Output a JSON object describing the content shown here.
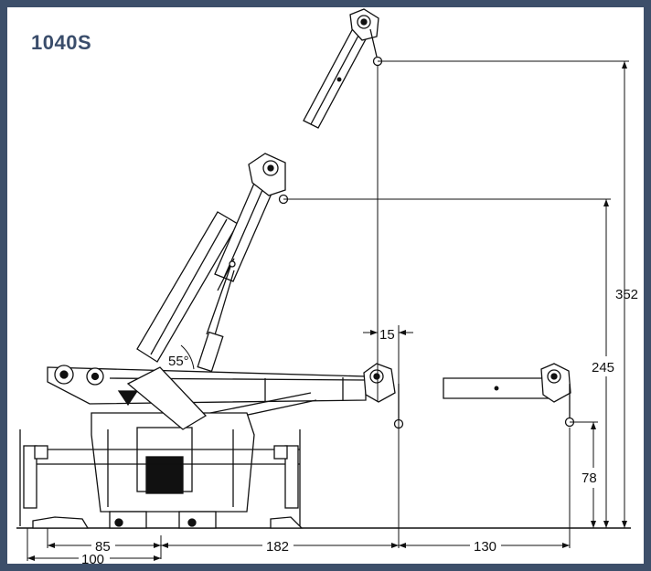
{
  "title": "1040S",
  "colors": {
    "frame": "#3d4f6a",
    "title": "#3a4d6b",
    "line": "#111111"
  },
  "angle_label": "55°",
  "dimensions": {
    "lift_high": "352",
    "lift_mid": "245",
    "lift_low": "78",
    "offset": "15",
    "reach_base": "182",
    "reach_extension": "130",
    "outrigger_near": "85",
    "outrigger_span": "100"
  }
}
